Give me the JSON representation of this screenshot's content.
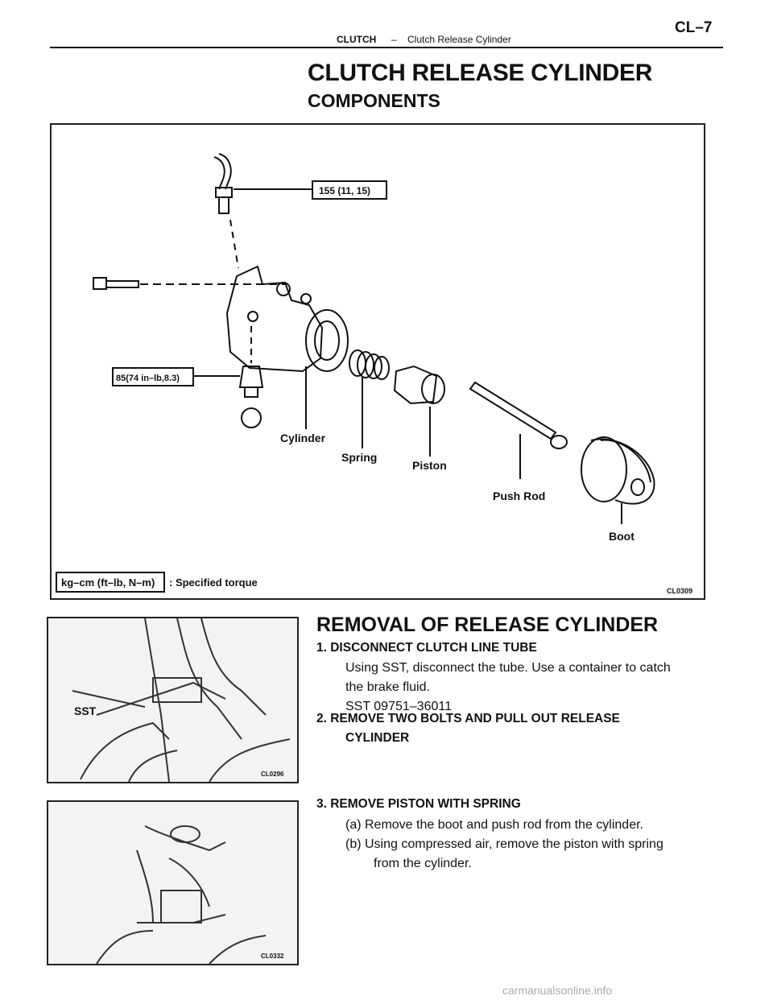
{
  "header": {
    "section": "CLUTCH",
    "separator": "–",
    "subsection": "Clutch Release Cylinder",
    "page": "CL–7"
  },
  "title": "CLUTCH RELEASE CYLINDER",
  "subtitle": "COMPONENTS",
  "figure_main": {
    "torque_top": "155 (11, 15)",
    "torque_mid": "85(74 in–lb,8.3)",
    "labels": {
      "cylinder": "Cylinder",
      "spring": "Spring",
      "piston": "Piston",
      "push_rod": "Push Rod",
      "boot": "Boot"
    },
    "legend_unit": "kg–cm (ft–lb, N–m)",
    "legend_text": ": Specified torque",
    "code": "CL0309"
  },
  "removal": {
    "title": "REMOVAL OF RELEASE CYLINDER",
    "step1": "1. DISCONNECT CLUTCH LINE TUBE",
    "step1_line1": "Using SST, disconnect the tube. Use a container to catch",
    "step1_line2": "the brake fluid.",
    "step1_sst": "SST 09751–36011",
    "step2": "2. REMOVE TWO BOLTS AND PULL OUT RELEASE",
    "step2_cont": "CYLINDER",
    "step3": "3. REMOVE PISTON WITH SPRING",
    "step3_a": "(a) Remove the boot and push rod from the cylinder.",
    "step3_b": "(b) Using compressed air, remove the piston with spring",
    "step3_b2": "from the cylinder."
  },
  "photo1": {
    "label": "SST",
    "code": "CL0296"
  },
  "photo2": {
    "code": "CL0332"
  },
  "watermark": "carmanualsonline.info"
}
